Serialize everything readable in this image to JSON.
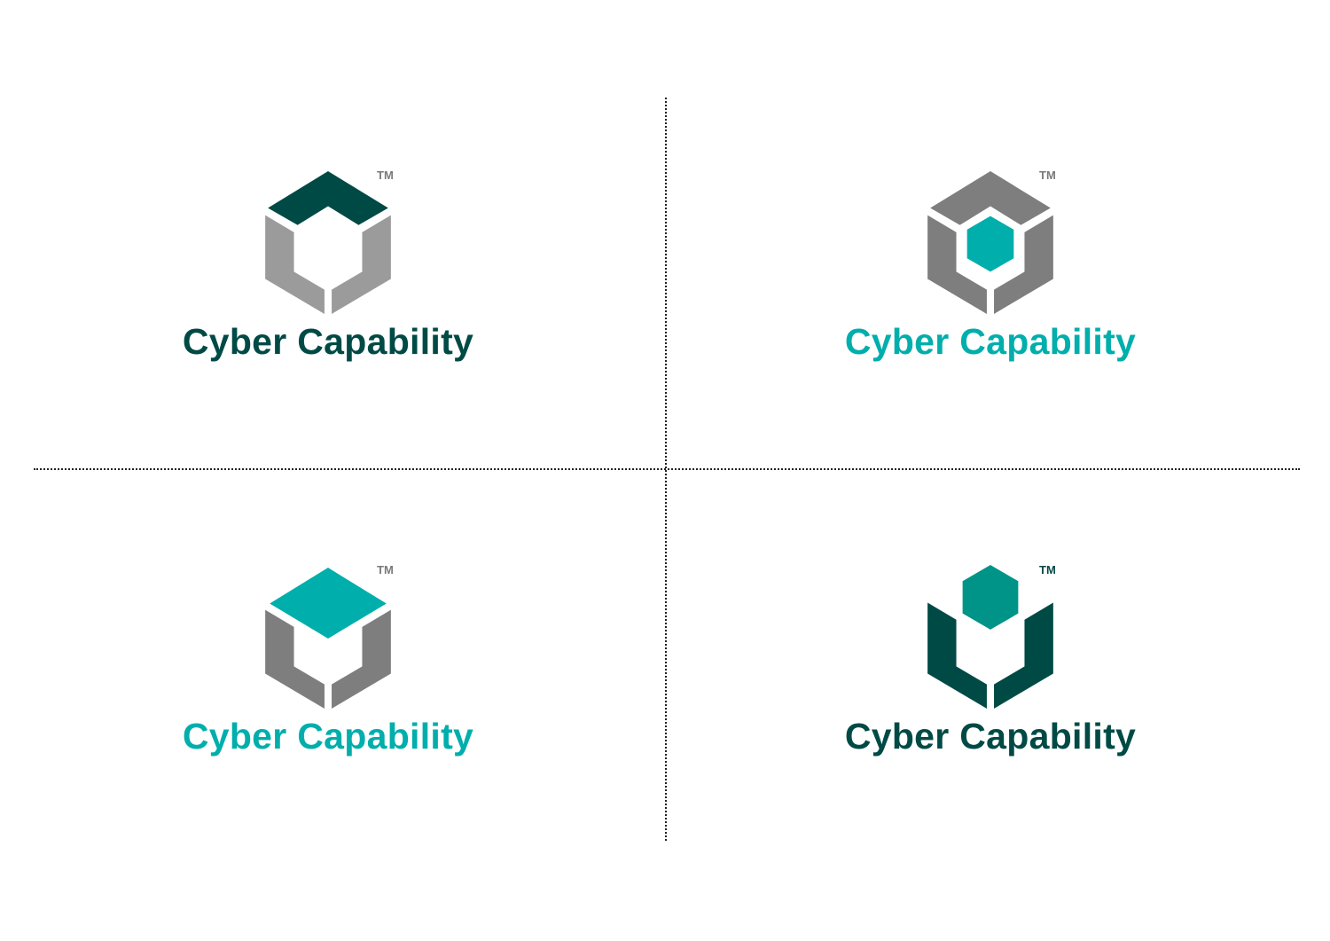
{
  "colors": {
    "dark_green": "#004a45",
    "teal": "#00aeac",
    "teal_hex_variant": "#009488",
    "light_gray": "#9b9b9b",
    "mid_gray": "#7e7e7e",
    "tm_gray": "#7a7a7a",
    "divider": "#222222"
  },
  "logos": [
    {
      "position": "top-left",
      "wordmark": "Cyber Capability",
      "trademark": "TM",
      "wordmark_color": "#004a45",
      "top_face_color": "#004a45",
      "side_color": "#9b9b9b",
      "variant": "chevron-top"
    },
    {
      "position": "top-right",
      "wordmark": "Cyber Capability",
      "trademark": "TM",
      "wordmark_color": "#00aeac",
      "top_face_color": "#7e7e7e",
      "side_color": "#7e7e7e",
      "inner_hex_color": "#00aeac",
      "variant": "hex-center"
    },
    {
      "position": "bottom-left",
      "wordmark": "Cyber Capability",
      "trademark": "TM",
      "wordmark_color": "#00aeac",
      "top_face_color": "#00aeac",
      "side_color": "#7e7e7e",
      "variant": "diamond-top"
    },
    {
      "position": "bottom-right",
      "wordmark": "Cyber Capability",
      "trademark": "TM",
      "wordmark_color": "#004a45",
      "side_color": "#004a45",
      "inner_hex_color": "#009488",
      "variant": "floating-hex"
    }
  ]
}
